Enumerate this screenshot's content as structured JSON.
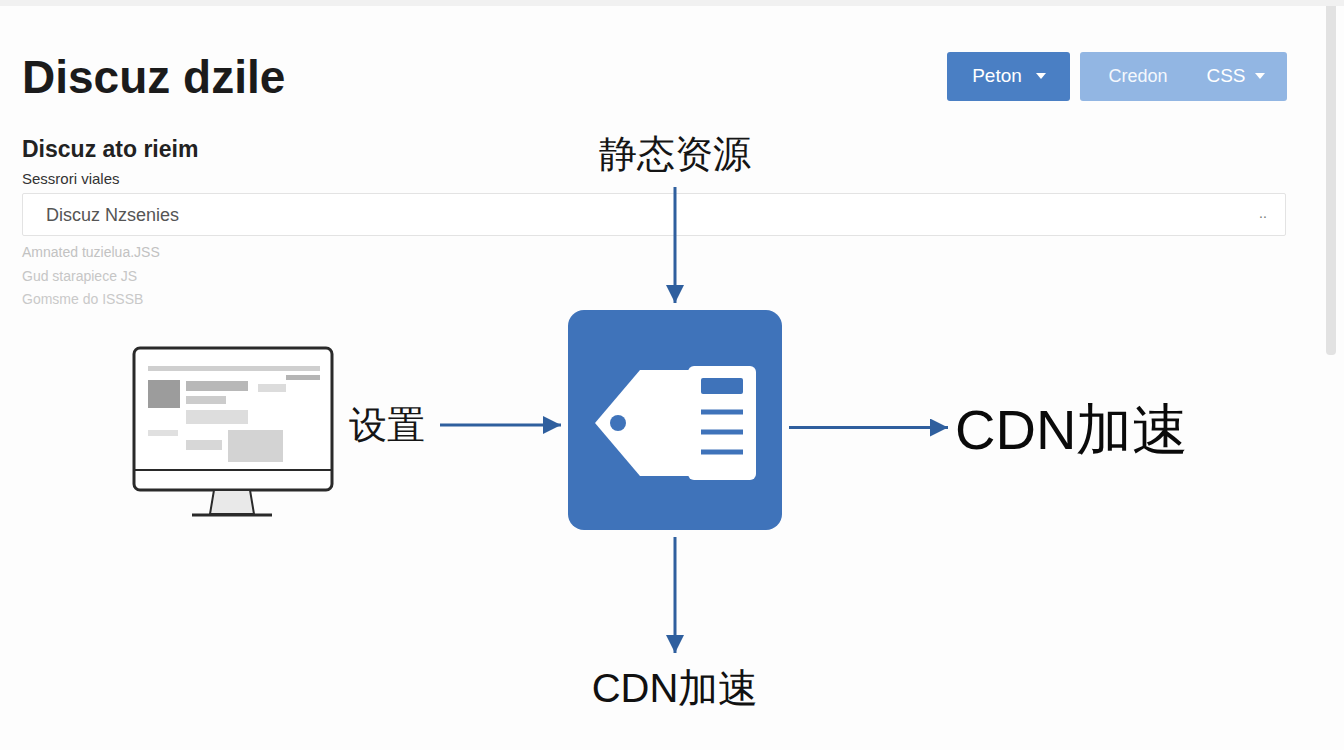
{
  "diagram": {
    "title": "Discuz dzile",
    "nodes": [
      {
        "text": [
          "Peton"
        ]
      },
      {
        "text": [
          "Credon",
          "CSS"
        ]
      },
      {
        "text": [
          "Discuz Nzsenies",
          ".."
        ]
      },
      {
        "text": [
          "静态资源"
        ]
      },
      {
        "text": [
          "设置"
        ]
      },
      {
        "text": []
      },
      {
        "text": [
          "CDN加速"
        ]
      },
      {
        "text": [
          "CDN加速"
        ]
      }
    ],
    "edges": [
      {
        "from": 3,
        "to": 5,
        "arrow": "to"
      },
      {
        "from": 4,
        "to": 5,
        "arrow": "to"
      },
      {
        "from": 5,
        "to": 6,
        "arrow": "to"
      },
      {
        "from": 5,
        "to": 7,
        "arrow": "to"
      }
    ],
    "labels": [
      "Discuz ato rieim",
      "Sessrori viales",
      "Amnated tuzielua.JSS",
      "Gud starapiece JS",
      "Gomsme do ISSSB"
    ]
  }
}
